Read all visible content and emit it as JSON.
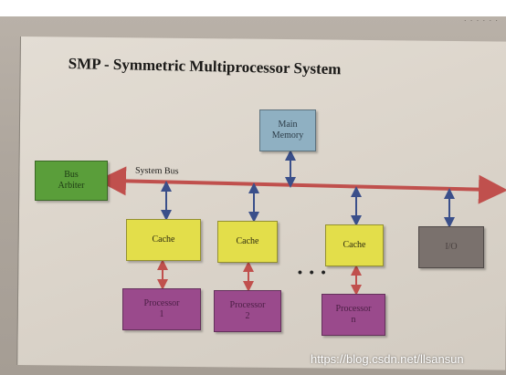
{
  "corner_text": "· · · · · ·",
  "title": "SMP - Symmetric Multiprocessor System",
  "boxes": {
    "main_memory": "Main\nMemory",
    "bus_arbiter": "Bus\nArbiter",
    "cache_1": "Cache",
    "cache_2": "Cache",
    "cache_3": "Cache",
    "io": "I/O",
    "processor_1": "Processor\n1",
    "processor_2": "Processor\n2",
    "processor_n": "Processor\nn"
  },
  "bus_label": "System Bus",
  "ellipsis": "• • •",
  "watermark": "https://blog.csdn.net/llsansun",
  "colors": {
    "bus": "#c0504d",
    "vertical_arrow": "#3a4f8a",
    "processor_link": "#c0504d",
    "memory": "#8fb0c2",
    "arbiter": "#5a9e3a",
    "cache": "#e3de4a",
    "io": "#7a716d",
    "processor": "#9a4a8c"
  }
}
